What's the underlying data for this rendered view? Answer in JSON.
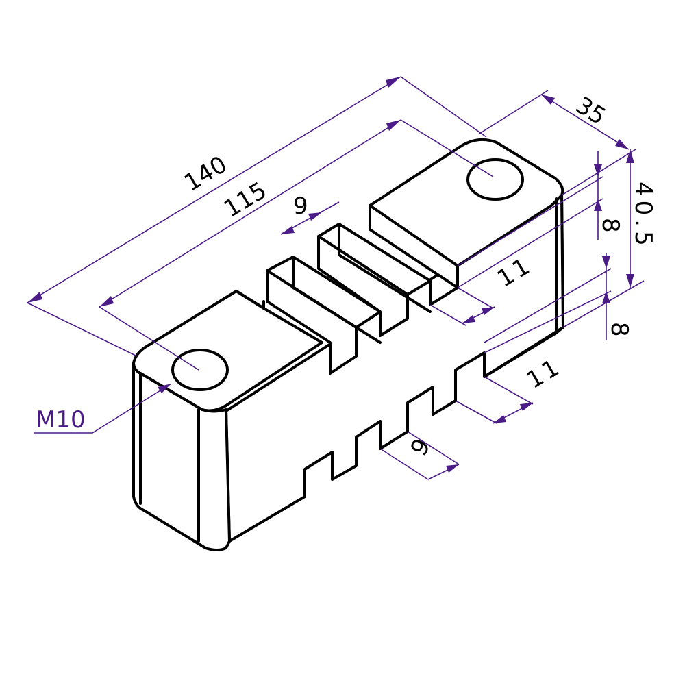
{
  "drawing": {
    "colors": {
      "outline": "#000000",
      "dimension": "#4b1b88",
      "background": "#ffffff"
    },
    "dimensions": {
      "overall_length": "140",
      "hole_spacing": "115",
      "depth": "35",
      "height": "40.5",
      "top_slot_width": "9",
      "bottom_slot_width": "9",
      "top_step_height": "8",
      "bottom_step_height": "8",
      "top_step_length": "11",
      "bottom_step_length": "11"
    },
    "callouts": {
      "thread": "M10"
    }
  }
}
